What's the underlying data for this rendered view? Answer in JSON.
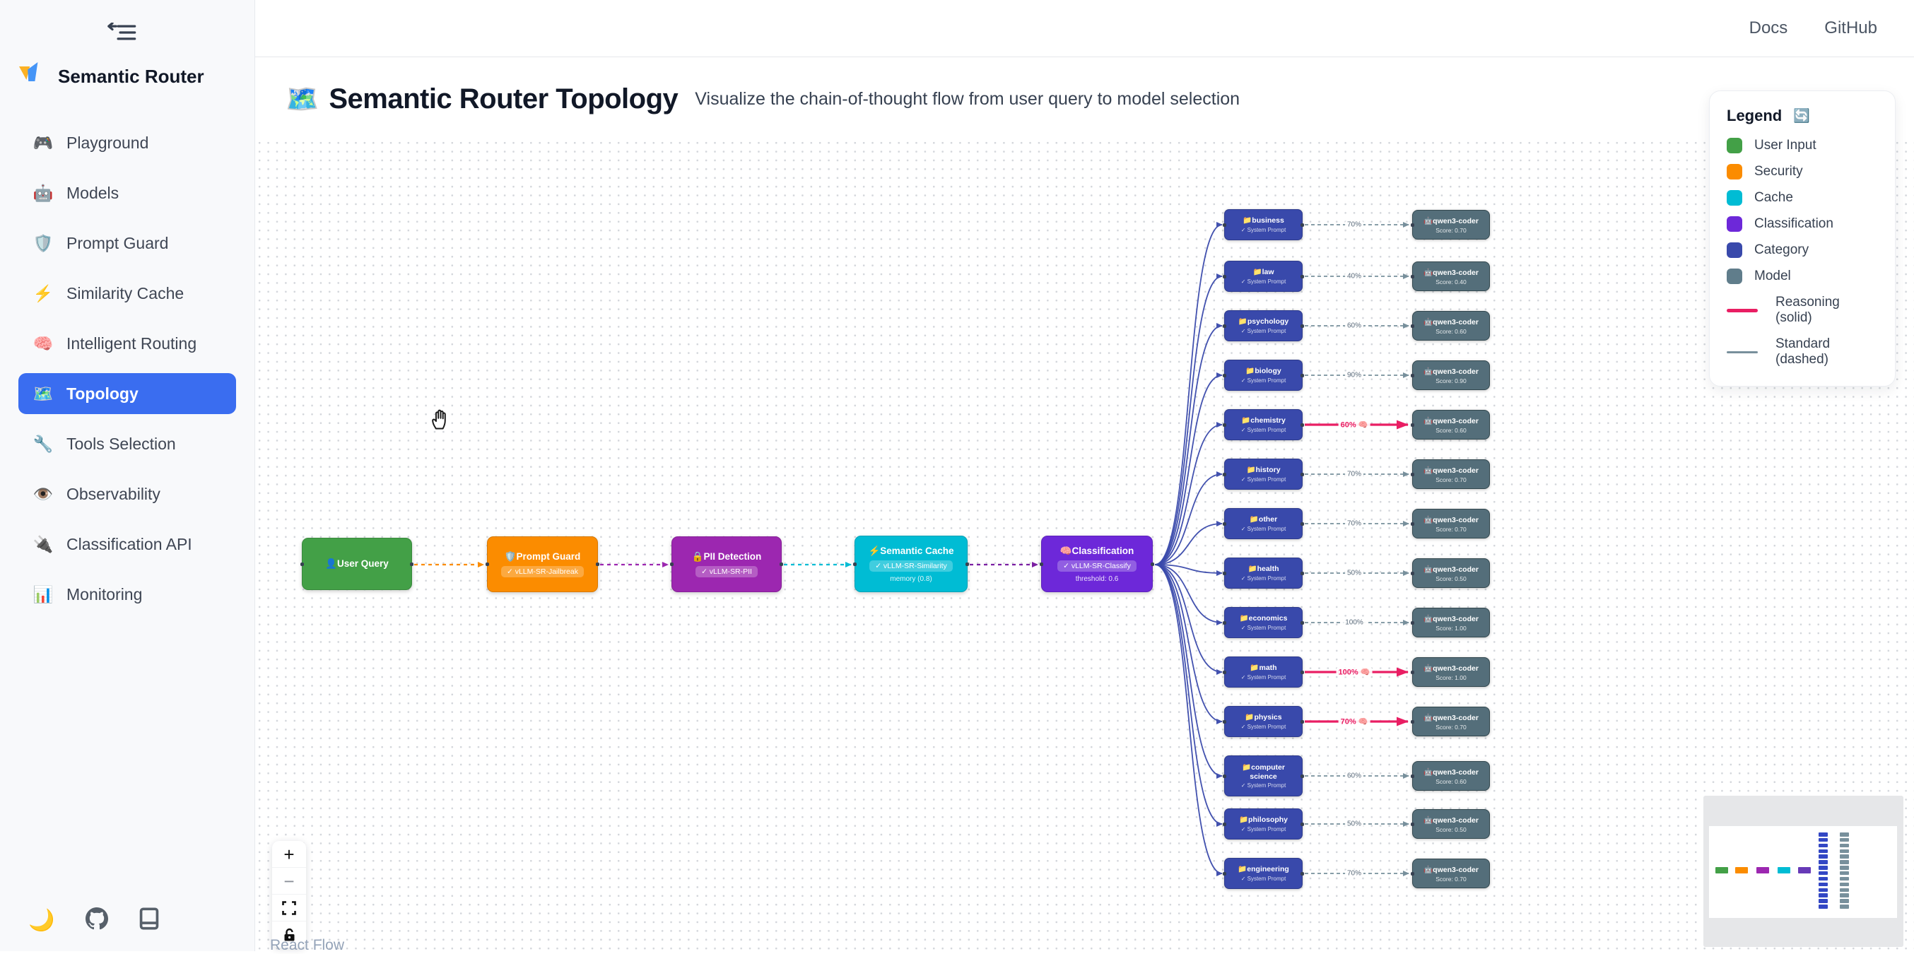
{
  "topbar": {
    "links": [
      {
        "label": "Docs"
      },
      {
        "label": "GitHub"
      }
    ]
  },
  "sidebar": {
    "brand": "Semantic Router",
    "items": [
      {
        "icon": "🎮",
        "label": "Playground",
        "active": false
      },
      {
        "icon": "🤖",
        "label": "Models",
        "active": false
      },
      {
        "icon": "🛡️",
        "label": "Prompt Guard",
        "active": false
      },
      {
        "icon": "⚡",
        "label": "Similarity Cache",
        "active": false
      },
      {
        "icon": "🧠",
        "label": "Intelligent Routing",
        "active": false
      },
      {
        "icon": "🗺️",
        "label": "Topology",
        "active": true
      },
      {
        "icon": "🔧",
        "label": "Tools Selection",
        "active": false
      },
      {
        "icon": "👁️",
        "label": "Observability",
        "active": false
      },
      {
        "icon": "🔌",
        "label": "Classification API",
        "active": false
      },
      {
        "icon": "📊",
        "label": "Monitoring",
        "active": false
      }
    ],
    "footer": {
      "theme_icon": "🌙",
      "github_icon": "github-mark",
      "docs_icon": "book"
    }
  },
  "header": {
    "icon": "🗺️",
    "title": "Semantic Router Topology",
    "subtitle": "Visualize the chain-of-thought flow from user query to model selection"
  },
  "legend": {
    "title": "Legend",
    "refresh_icon": "🔄",
    "items": [
      {
        "label": "User Input",
        "color": "#43a047"
      },
      {
        "label": "Security",
        "color": "#fb8c00"
      },
      {
        "label": "Cache",
        "color": "#00bcd4"
      },
      {
        "label": "Classification",
        "color": "#6d28d9"
      },
      {
        "label": "Category",
        "color": "#3949ab"
      },
      {
        "label": "Model",
        "color": "#607d8b"
      }
    ],
    "lines": [
      {
        "label": "Reasoning (solid)",
        "color": "#e91e63",
        "style": "solid"
      },
      {
        "label": "Standard (dashed)",
        "color": "#78909c",
        "style": "dashed"
      }
    ]
  },
  "flow": {
    "pipeline": [
      {
        "id": "user-query",
        "icon": "👤",
        "label": "User Query",
        "color": "#43a047"
      },
      {
        "id": "prompt-guard",
        "icon": "🛡️",
        "label": "Prompt Guard",
        "badge": "✓ vLLM-SR-Jailbreak",
        "color": "#fb8c00"
      },
      {
        "id": "pii-detection",
        "icon": "🔒",
        "label": "PII Detection",
        "badge": "✓ vLLM-SR-PII",
        "color": "#9c27b0"
      },
      {
        "id": "semantic-cache",
        "icon": "⚡",
        "label": "Semantic Cache",
        "badge": "✓ vLLM-SR-Similarity",
        "sub": "memory (0.8)",
        "color": "#00bcd4"
      },
      {
        "id": "classification",
        "icon": "🧠",
        "label": "Classification",
        "badge": "✓ vLLM-SR-Classify",
        "sub": "threshold: 0.6",
        "color": "#6d28d9"
      }
    ],
    "pipeline_edge_colors": [
      "#fb8c00",
      "#9c27b0",
      "#00bcd4",
      "#7b1fa2"
    ],
    "fan_color": "#3949ab",
    "standard_color": "#78909c",
    "reasoning_color": "#e91e63",
    "category_icon": "📁",
    "category_sub": "✓ System Prompt",
    "model_icon": "🤖",
    "model_name": "qwen3-coder",
    "reasoning_badge": "🧠",
    "categories": [
      {
        "name": "business",
        "pct": "70%",
        "score": "Score: 0.70",
        "reasoning": false
      },
      {
        "name": "law",
        "pct": "40%",
        "score": "Score: 0.40",
        "reasoning": false
      },
      {
        "name": "psychology",
        "pct": "60%",
        "score": "Score: 0.60",
        "reasoning": false
      },
      {
        "name": "biology",
        "pct": "90%",
        "score": "Score: 0.90",
        "reasoning": false
      },
      {
        "name": "chemistry",
        "pct": "60%",
        "score": "Score: 0.60",
        "reasoning": true
      },
      {
        "name": "history",
        "pct": "70%",
        "score": "Score: 0.70",
        "reasoning": false
      },
      {
        "name": "other",
        "pct": "70%",
        "score": "Score: 0.70",
        "reasoning": false
      },
      {
        "name": "health",
        "pct": "50%",
        "score": "Score: 0.50",
        "reasoning": false
      },
      {
        "name": "economics",
        "pct": "100%",
        "score": "Score: 1.00",
        "reasoning": false
      },
      {
        "name": "math",
        "pct": "100%",
        "score": "Score: 1.00",
        "reasoning": true
      },
      {
        "name": "physics",
        "pct": "70%",
        "score": "Score: 0.70",
        "reasoning": true
      },
      {
        "name": "computer science",
        "pct": "60%",
        "score": "Score: 0.60",
        "reasoning": false
      },
      {
        "name": "philosophy",
        "pct": "50%",
        "score": "Score: 0.50",
        "reasoning": false
      },
      {
        "name": "engineering",
        "pct": "70%",
        "score": "Score: 0.70",
        "reasoning": false
      }
    ]
  },
  "controls": {
    "zoom_in": "+",
    "zoom_out": "−"
  },
  "attribution": "React Flow",
  "minimap": {
    "pipeline_colors": [
      "#43a047",
      "#fb8c00",
      "#9c27b0",
      "#00bcd4",
      "#673ab7"
    ],
    "category_color": "#3347c4",
    "model_color": "#78909c",
    "rows": 14
  }
}
